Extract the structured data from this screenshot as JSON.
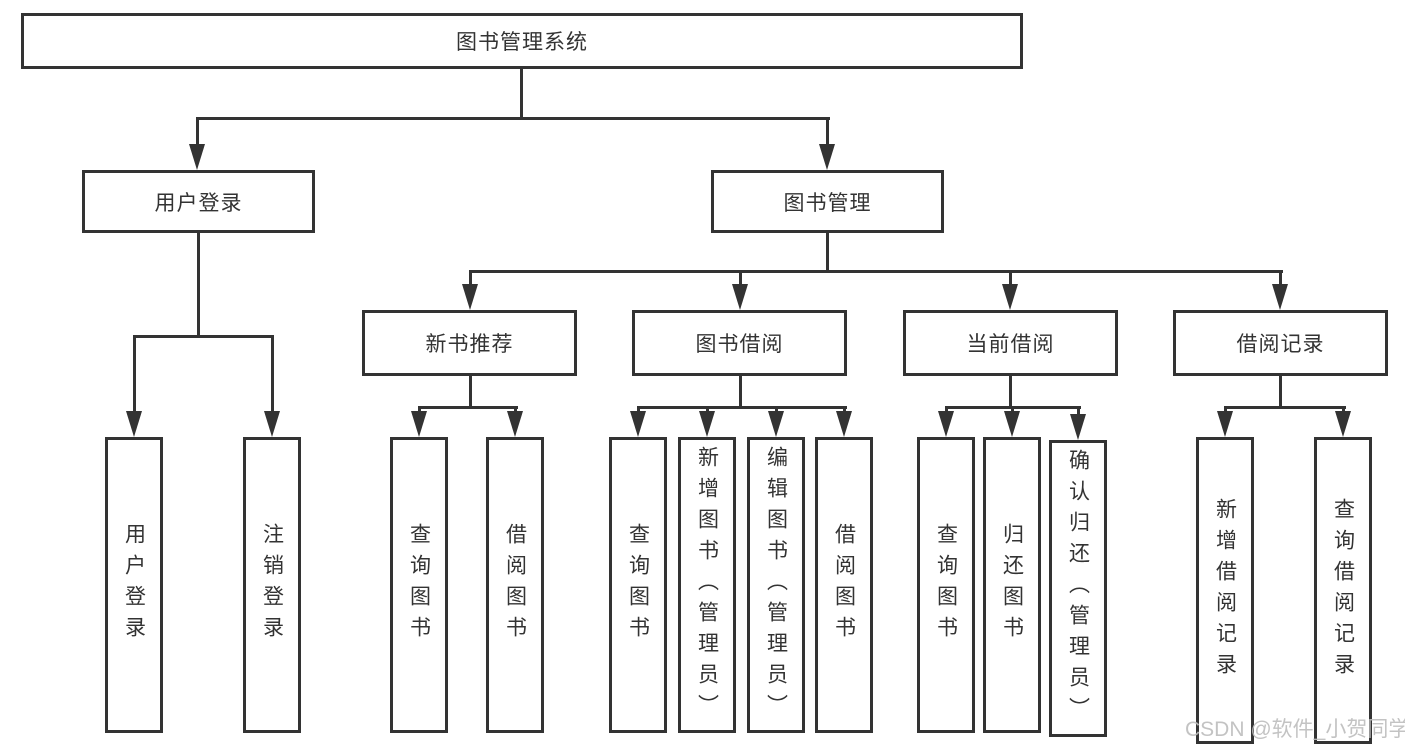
{
  "title": "图书管理系统",
  "level2": [
    {
      "label": "用户登录"
    },
    {
      "label": "图书管理"
    }
  ],
  "level3": [
    {
      "label": "新书推荐"
    },
    {
      "label": "图书借阅"
    },
    {
      "label": "当前借阅"
    },
    {
      "label": "借阅记录"
    }
  ],
  "leaves": {
    "login": [
      "用户登录",
      "注销登录"
    ],
    "recommend": [
      "查询图书",
      "借阅图书"
    ],
    "borrow": [
      "查询图书",
      "新增图书（管理员）",
      "编辑图书（管理员）",
      "借阅图书"
    ],
    "current": [
      "查询图书",
      "归还图书",
      "确认归还（管理员）"
    ],
    "records": [
      "新增借阅记录",
      "查询借阅记录"
    ]
  },
  "watermark": "CSDN @软件_小贺同学",
  "colors": {
    "line": "#333333",
    "text": "#333333",
    "box_bg": "#ffffff",
    "watermark": "#bdbdbd"
  }
}
